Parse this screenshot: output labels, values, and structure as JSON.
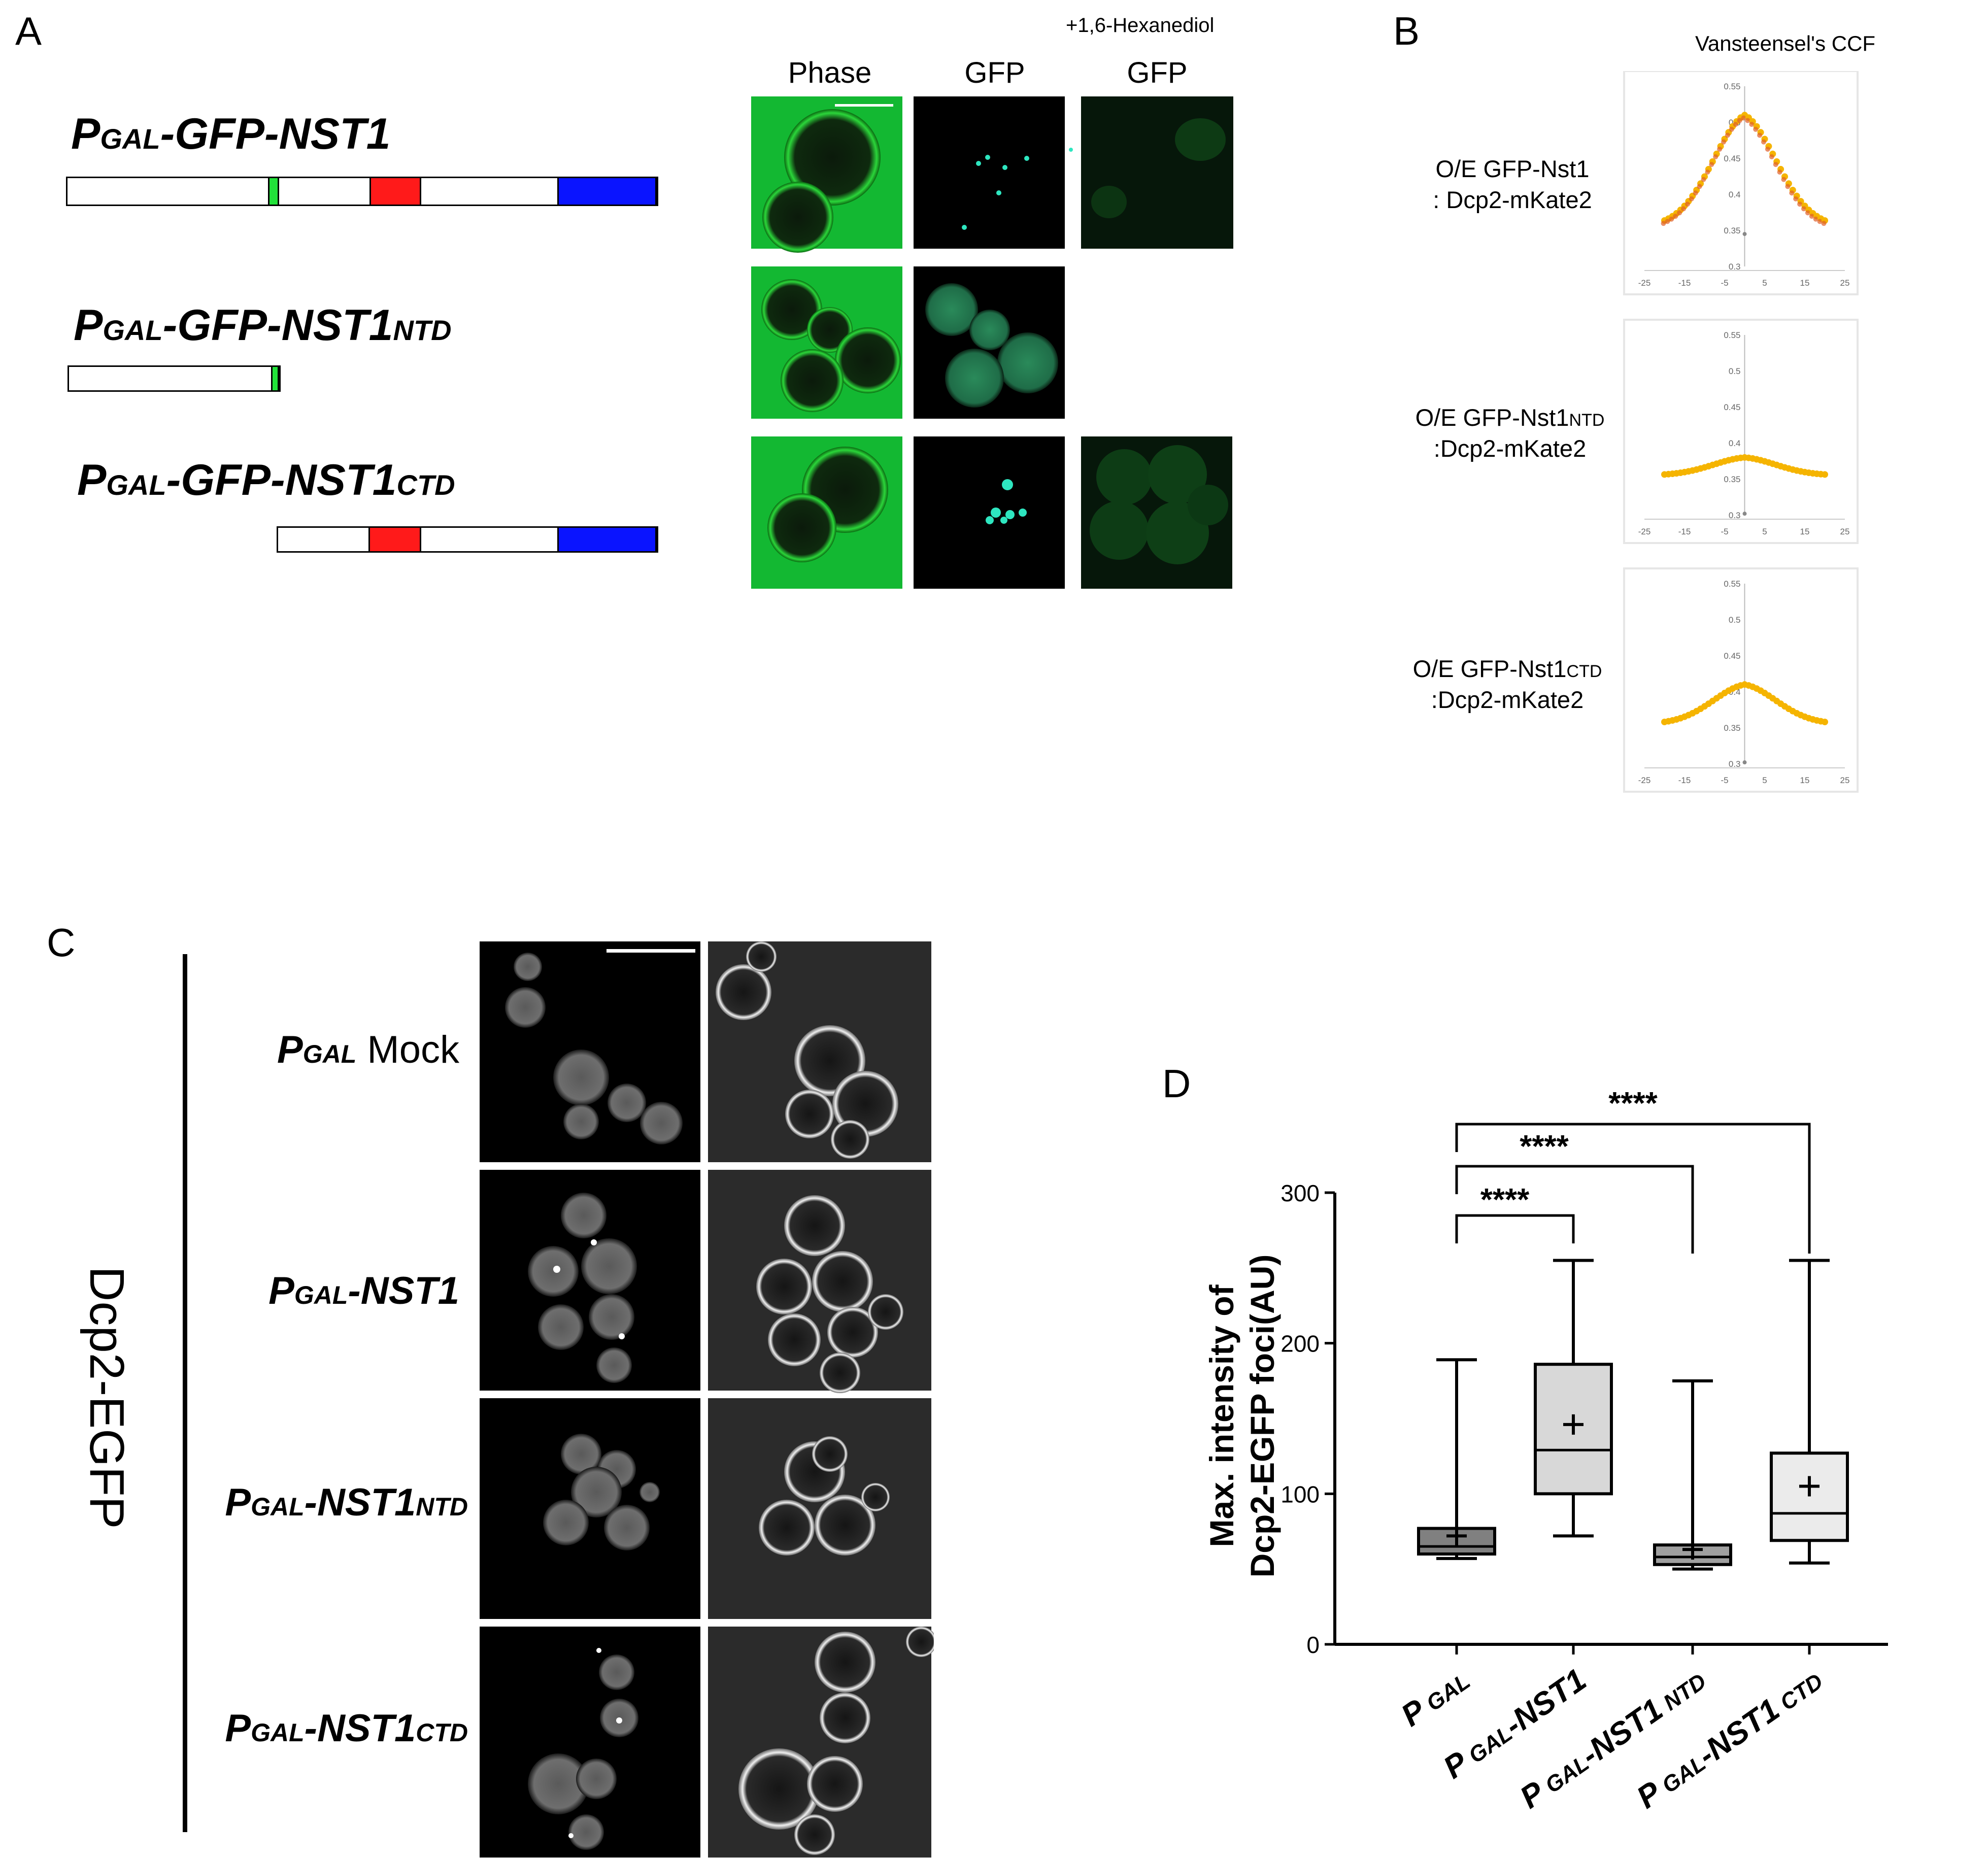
{
  "panels": {
    "a": "A",
    "b": "B",
    "c": "C",
    "d": "D"
  },
  "panel_a": {
    "constructs": [
      {
        "p": "P",
        "p_sub": "GAL",
        "rest": "-GFP-NST1",
        "suffix": ""
      },
      {
        "p": "P",
        "p_sub": "GAL",
        "rest": "-GFP-NST1",
        "suffix": "NTD"
      },
      {
        "p": "P",
        "p_sub": "GAL",
        "rest": "-GFP-NST1",
        "suffix": "CTD"
      }
    ],
    "treatment": "+1,6-Hexanediol",
    "columns": [
      "Phase",
      "GFP",
      "GFP"
    ],
    "domain_colors": {
      "green": "#22e23a",
      "red": "#ff1a1a",
      "blue": "#0a14ff"
    }
  },
  "panel_b": {
    "title": "Vansteensel's CCF",
    "rows": [
      {
        "l1": "O/E GFP-Nst1",
        "l1_sub": "",
        "l2": ": Dcp2-mKate2"
      },
      {
        "l1": "O/E GFP-Nst1",
        "l1_sub": "NTD",
        "l2": ":Dcp2-mKate2"
      },
      {
        "l1": "O/E GFP-Nst1",
        "l1_sub": "CTD",
        "l2": ":Dcp2-mKate2"
      }
    ],
    "y_ticks": [
      "0.55",
      "0.5",
      "0.45",
      "0.4",
      "0.35",
      "0.3"
    ],
    "x_ticks": [
      "-25",
      "-15",
      "-5",
      "5",
      "15",
      "25"
    ],
    "peaks": [
      0.51,
      0.38,
      0.41
    ],
    "colors": {
      "dots": "#f5b400",
      "dots2": "#e0602a"
    }
  },
  "panel_c": {
    "side_label": "Dcp2-EGFP",
    "rows": [
      {
        "p": "P",
        "p_sub": "GAL",
        "rest": " Mock",
        "suffix": ""
      },
      {
        "p": "P",
        "p_sub": "GAL",
        "rest": "-NST1",
        "suffix": ""
      },
      {
        "p": "P",
        "p_sub": "GAL",
        "rest": "-NST1",
        "suffix": "NTD"
      },
      {
        "p": "P",
        "p_sub": "GAL",
        "rest": "-NST1",
        "suffix": "CTD"
      }
    ]
  },
  "chart_data": {
    "type": "box",
    "ylabel_line1": "Max. intensity of",
    "ylabel_line2": "Dcp2-EGFP foci(AU)",
    "ylim": [
      0,
      300
    ],
    "y_ticks": [
      "0",
      "100",
      "200",
      "300"
    ],
    "categories": [
      {
        "p": "P",
        "sub": " GAL",
        "rest": "",
        "suffix": ""
      },
      {
        "p": "P",
        "sub": " GAL",
        "rest": "-NST1",
        "suffix": ""
      },
      {
        "p": "P",
        "sub": " GAL",
        "rest": "-NST1",
        "suffix": " NTD"
      },
      {
        "p": "P",
        "sub": " GAL",
        "rest": "-NST1",
        "suffix": " CTD"
      }
    ],
    "boxes": [
      {
        "min": 57,
        "q1": 60,
        "median": 65,
        "q3": 77,
        "max": 189,
        "mean": 72,
        "fill": "#808080"
      },
      {
        "min": 72,
        "q1": 100,
        "median": 129,
        "q3": 186,
        "max": 255,
        "mean": 146,
        "fill": "#d8d8d8"
      },
      {
        "min": 50,
        "q1": 53,
        "median": 58,
        "q3": 66,
        "max": 175,
        "mean": 63,
        "fill": "#a0a0a0"
      },
      {
        "min": 54,
        "q1": 69,
        "median": 87,
        "q3": 127,
        "max": 255,
        "mean": 105,
        "fill": "#ebebeb"
      }
    ],
    "significance": [
      "****",
      "****",
      "****"
    ]
  }
}
